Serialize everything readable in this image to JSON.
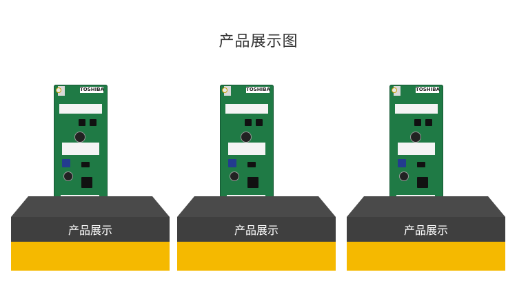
{
  "page": {
    "title": "产品展示图"
  },
  "products": [
    {
      "pedestal_label": "产品展示",
      "board_brand": "TOSHIBA"
    },
    {
      "pedestal_label": "产品展示",
      "board_brand": "TOSHIBA"
    },
    {
      "pedestal_label": "产品展示",
      "board_brand": "TOSHIBA"
    }
  ],
  "colors": {
    "pedestal_top": "#4a4a4a",
    "pedestal_front": "#3f3f3f",
    "pedestal_base": "#f5b900",
    "board": "#1f7a45"
  },
  "icons": [
    "circuit-board-image"
  ]
}
